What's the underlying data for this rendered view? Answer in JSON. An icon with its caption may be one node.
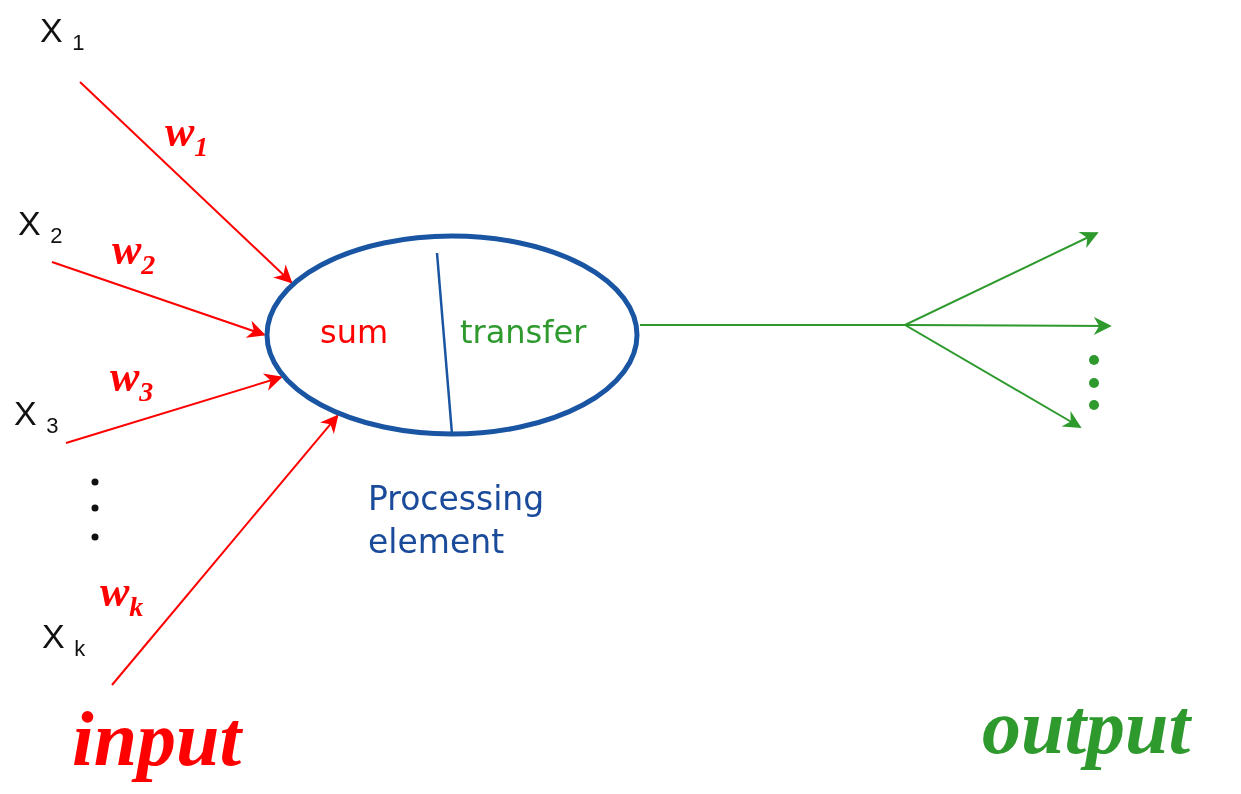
{
  "diagram": {
    "nodes": [
      {
        "text": [
          "X $_{1}$"
        ]
      },
      {
        "text": [
          "X $_{2}$"
        ]
      },
      {
        "text": [
          "X $_{3}$"
        ]
      },
      {
        "text": [
          "X $_{k}$"
        ]
      },
      {
        "text": [
          "sum",
          "transfer"
        ],
        "beside": [
          "Processing element"
        ]
      }
    ],
    "edges": [
      {
        "from": 0,
        "to": 4,
        "arrow": "to",
        "label": "w$_{1}$"
      },
      {
        "from": 1,
        "to": 4,
        "arrow": "to",
        "label": "w$_{2}$"
      },
      {
        "from": 2,
        "to": 4,
        "arrow": "to",
        "label": "w$_{3}$"
      },
      {
        "from": 3,
        "to": 4,
        "arrow": "to",
        "label": "w$_{k}$"
      },
      {
        "from": 4,
        "to": null,
        "arrow": "to",
        "color": "#2e9a2e"
      },
      {
        "from": 4,
        "to": null,
        "arrow": "to",
        "color": "#2e9a2e"
      },
      {
        "from": 4,
        "to": null,
        "arrow": "to",
        "color": "#2e9a2e"
      }
    ],
    "labels": [
      "input",
      "output"
    ]
  }
}
